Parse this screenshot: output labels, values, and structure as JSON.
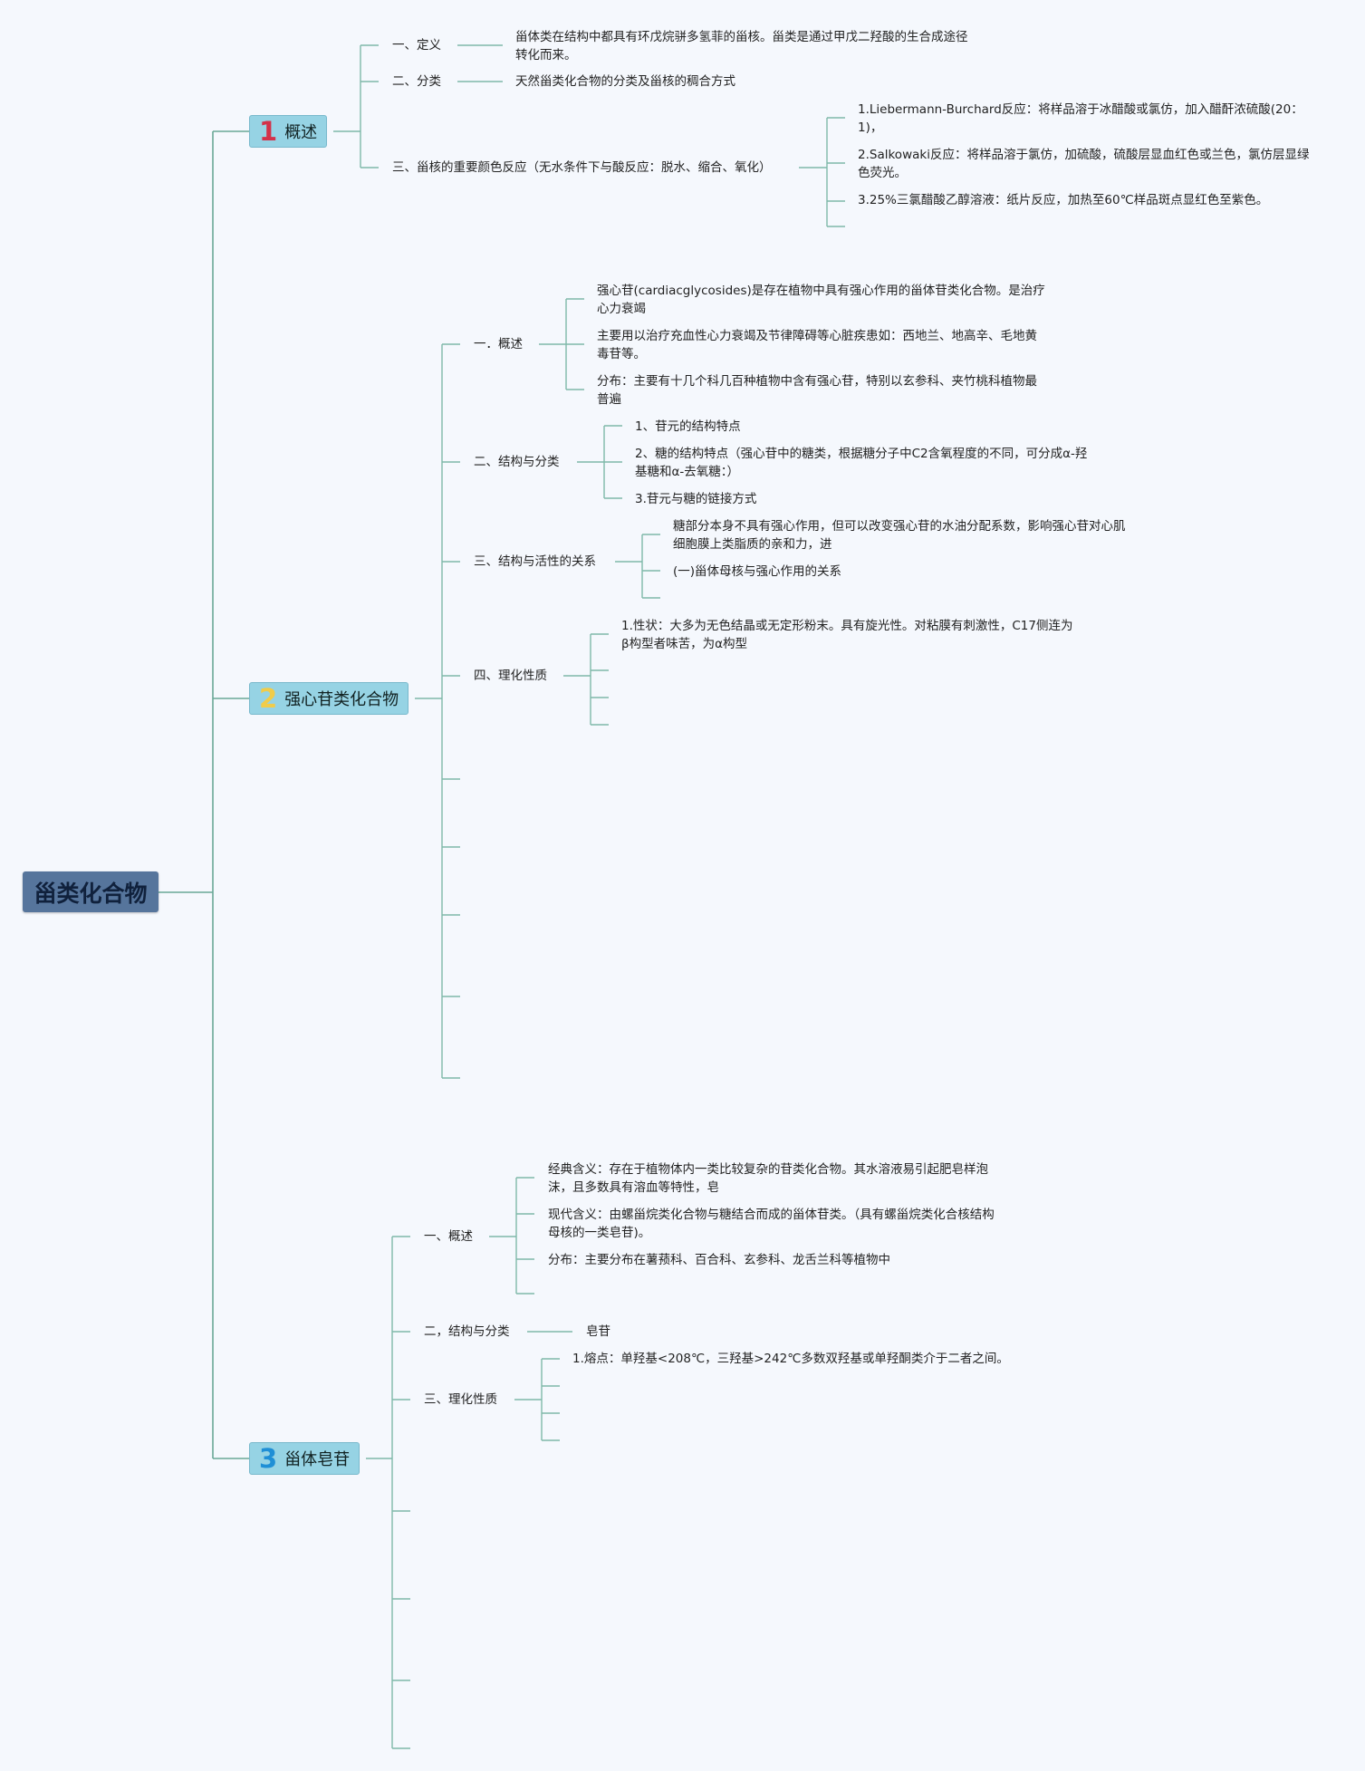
{
  "root": {
    "label": "甾类化合物"
  },
  "topics": [
    {
      "num": "1",
      "label": "概述",
      "items": {
        "def_label": "一、定义",
        "def_text": "甾体类在结构中都具有环戊烷骈多氢菲的甾核。甾类是通过甲戊二羟酸的生合成途径转化而来。",
        "class_label": "二、分类",
        "class_text": "天然甾类化合物的分类及甾核的稠合方式",
        "color_label": "三、甾核的重要颜色反应（无水条件下与酸反应：脱水、缩合、氧化）",
        "color_1": "1.Liebermann-Burchard反应：将样品溶于冰醋酸或氯仿，加入醋酐浓硫酸(20：1)，",
        "color_2": "2.Salkowaki反应：将样品溶于氯仿，加硫酸，硫酸层显血红色或兰色，氯仿层显绿色荧光。",
        "color_3": "3.25%三氯醋酸乙醇溶液：纸片反应，加热至60℃样品斑点显红色至紫色。"
      }
    },
    {
      "num": "2",
      "label": "强心苷类化合物",
      "items": {
        "overview_label": "一．概述",
        "overview_1": "强心苷(cardiacglycosides)是存在植物中具有强心作用的甾体苷类化合物。是治疗心力衰竭",
        "overview_2": "主要用以治疗充血性心力衰竭及节律障碍等心脏疾患如：西地兰、地高辛、毛地黄毒苷等。",
        "overview_3": "分布：主要有十几个科几百种植物中含有强心苷，特别以玄参科、夹竹桃科植物最普遍",
        "struct_label": "二、结构与分类",
        "struct_1": "1、苷元的结构特点",
        "struct_2": "2、糖的结构特点（强心苷中的糖类，根据糖分子中C2含氧程度的不同，可分成α-羟基糖和α-去氧糖：）",
        "struct_3": "3.苷元与糖的链接方式",
        "sar_label": "三、结构与活性的关系",
        "sar_1": "糖部分本身不具有强心作用，但可以改变强心苷的水油分配系数，影响强心苷对心肌细胞膜上类脂质的亲和力，进",
        "sar_2": "(一)甾体母核与强心作用的关系",
        "prop_label": "四、理化性质",
        "prop_1": "1.性状：大多为无色结晶或无定形粉末。具有旋光性。对粘膜有刺激性，C17侧连为β构型者味苦，为α构型"
      }
    },
    {
      "num": "3",
      "label": "甾体皂苷",
      "items": {
        "overview_label": "一、概述",
        "overview_1": "经典含义：存在于植物体内一类比较复杂的苷类化合物。其水溶液易引起肥皂样泡沫，且多数具有溶血等特性，皂",
        "overview_2": "现代含义：由螺甾烷类化合物与糖结合而成的甾体苷类。（具有螺甾烷类化合核结构母核的一类皂苷)。",
        "overview_3": "分布：主要分布在薯蓣科、百合科、玄参科、龙舌兰科等植物中",
        "struct_label": "二，结构与分类",
        "struct_1": "皂苷",
        "prop_label": "三、理化性质",
        "prop_1": "1.熔点：单羟基<208℃，三羟基>242℃多数双羟基或单羟酮类介于二者之间。"
      }
    }
  ]
}
